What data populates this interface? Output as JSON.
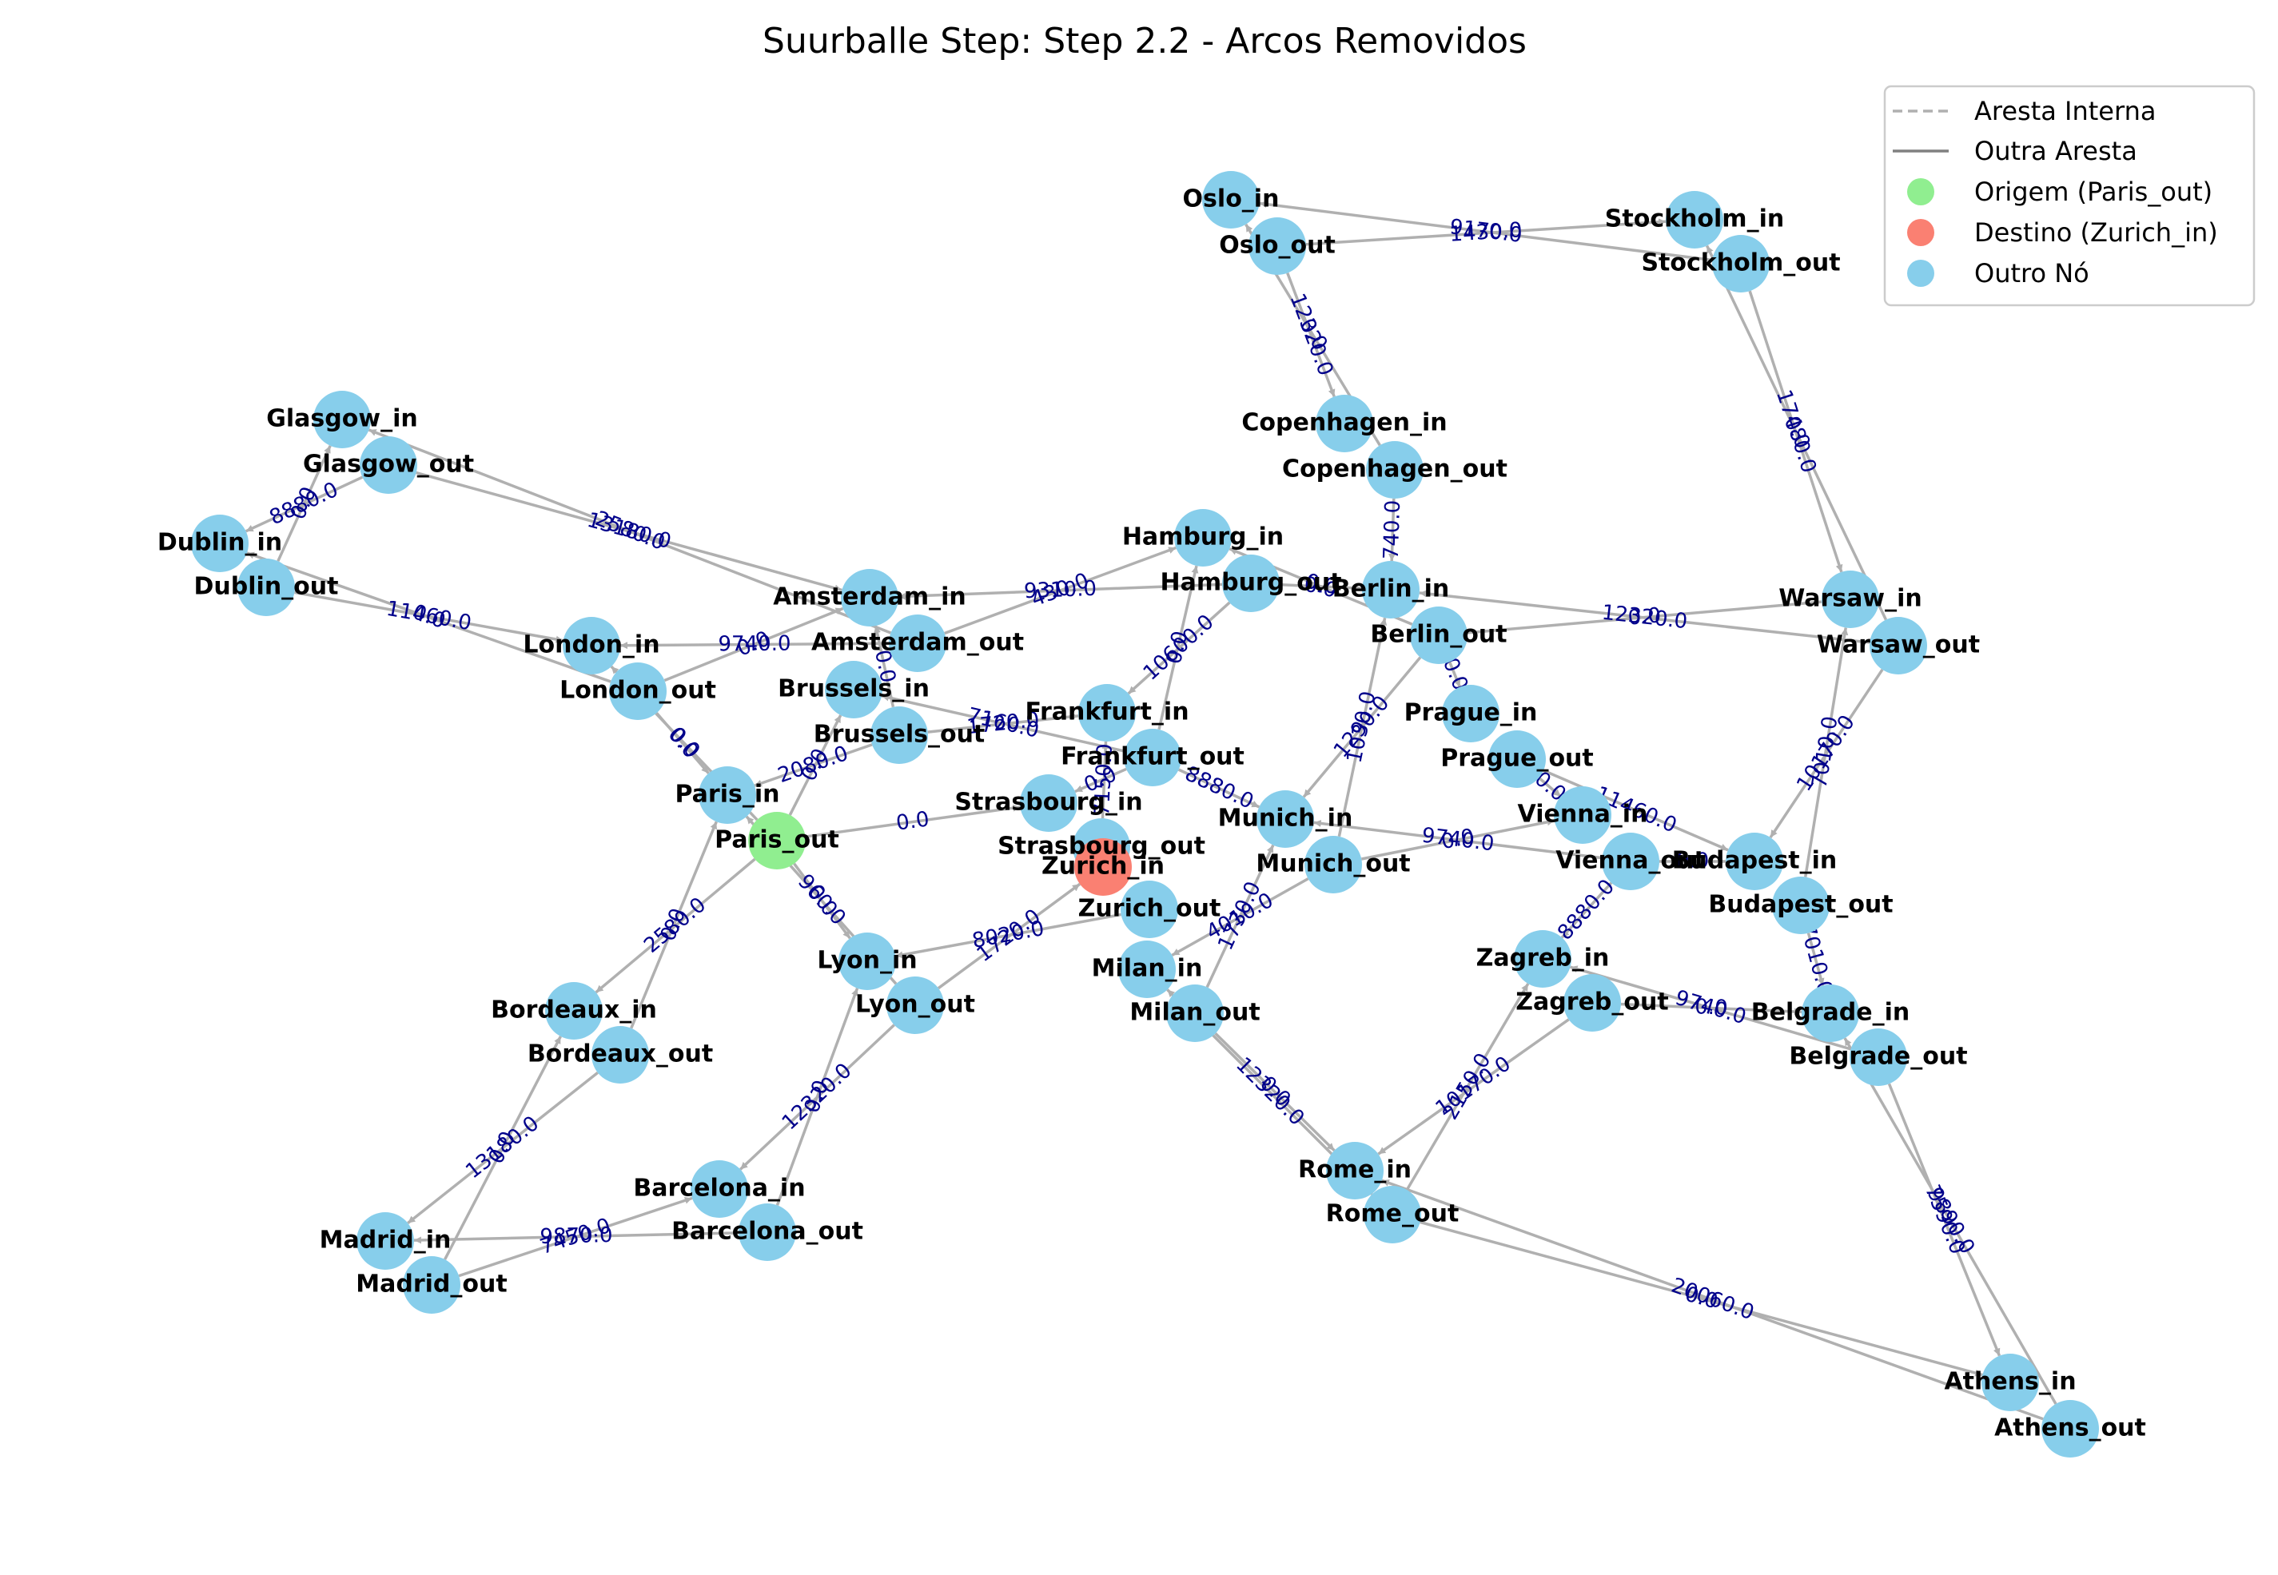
{
  "title": "Suurballe Step: Step 2.2 - Arcos Removidos",
  "colors": {
    "origin": "#90ee90",
    "destination": "#fa8072",
    "other": "#87ceeb",
    "edge": "#b0b0b0",
    "edge_label": "#00008b"
  },
  "legend": {
    "internal_edge": "Aresta Interna",
    "other_edge": "Outra Aresta",
    "origin": "Origem (Paris_out)",
    "destination": "Destino (Zurich_in)",
    "other_node": "Outro Nó"
  },
  "nodes": [
    {
      "id": "Oslo_in",
      "label": "Oslo_in",
      "role": "other"
    },
    {
      "id": "Oslo_out",
      "label": "Oslo_out",
      "role": "other"
    },
    {
      "id": "Stockholm_in",
      "label": "Stockholm_in",
      "role": "other"
    },
    {
      "id": "Stockholm_out",
      "label": "Stockholm_out",
      "role": "other"
    },
    {
      "id": "Copenhagen_in",
      "label": "Copenhagen_in",
      "role": "other"
    },
    {
      "id": "Copenhagen_out",
      "label": "Copenhagen_out",
      "role": "other"
    },
    {
      "id": "Glasgow_in",
      "label": "Glasgow_in",
      "role": "other"
    },
    {
      "id": "Glasgow_out",
      "label": "Glasgow_out",
      "role": "other"
    },
    {
      "id": "Dublin_in",
      "label": "Dublin_in",
      "role": "other"
    },
    {
      "id": "Dublin_out",
      "label": "Dublin_out",
      "role": "other"
    },
    {
      "id": "Hamburg_in",
      "label": "Hamburg_in",
      "role": "other"
    },
    {
      "id": "Hamburg_out",
      "label": "Hamburg_out",
      "role": "other"
    },
    {
      "id": "Amsterdam_in",
      "label": "Amsterdam_in",
      "role": "other"
    },
    {
      "id": "Amsterdam_out",
      "label": "Amsterdam_out",
      "role": "other"
    },
    {
      "id": "Berlin_in",
      "label": "Berlin_in",
      "role": "other"
    },
    {
      "id": "Berlin_out",
      "label": "Berlin_out",
      "role": "other"
    },
    {
      "id": "Warsaw_in",
      "label": "Warsaw_in",
      "role": "other"
    },
    {
      "id": "Warsaw_out",
      "label": "Warsaw_out",
      "role": "other"
    },
    {
      "id": "London_in",
      "label": "London_in",
      "role": "other"
    },
    {
      "id": "London_out",
      "label": "London_out",
      "role": "other"
    },
    {
      "id": "Brussels_in",
      "label": "Brussels_in",
      "role": "other"
    },
    {
      "id": "Brussels_out",
      "label": "Brussels_out",
      "role": "other"
    },
    {
      "id": "Frankfurt_in",
      "label": "Frankfurt_in",
      "role": "other"
    },
    {
      "id": "Frankfurt_out",
      "label": "Frankfurt_out",
      "role": "other"
    },
    {
      "id": "Prague_in",
      "label": "Prague_in",
      "role": "other"
    },
    {
      "id": "Prague_out",
      "label": "Prague_out",
      "role": "other"
    },
    {
      "id": "Paris_in",
      "label": "Paris_in",
      "role": "other"
    },
    {
      "id": "Paris_out",
      "label": "Paris_out",
      "role": "origin"
    },
    {
      "id": "Strasbourg_in",
      "label": "Strasbourg_in",
      "role": "other"
    },
    {
      "id": "Strasbourg_out",
      "label": "Strasbourg_out",
      "role": "other"
    },
    {
      "id": "Zurich_in",
      "label": "Zurich_in",
      "role": "destination"
    },
    {
      "id": "Zurich_out",
      "label": "Zurich_out",
      "role": "other"
    },
    {
      "id": "Munich_in",
      "label": "Munich_in",
      "role": "other"
    },
    {
      "id": "Munich_out",
      "label": "Munich_out",
      "role": "other"
    },
    {
      "id": "Vienna_in",
      "label": "Vienna_in",
      "role": "other"
    },
    {
      "id": "Vienna_out",
      "label": "Vienna_out",
      "role": "other"
    },
    {
      "id": "Budapest_in",
      "label": "Budapest_in",
      "role": "other"
    },
    {
      "id": "Budapest_out",
      "label": "Budapest_out",
      "role": "other"
    },
    {
      "id": "Lyon_in",
      "label": "Lyon_in",
      "role": "other"
    },
    {
      "id": "Lyon_out",
      "label": "Lyon_out",
      "role": "other"
    },
    {
      "id": "Milan_in",
      "label": "Milan_in",
      "role": "other"
    },
    {
      "id": "Milan_out",
      "label": "Milan_out",
      "role": "other"
    },
    {
      "id": "Zagreb_in",
      "label": "Zagreb_in",
      "role": "other"
    },
    {
      "id": "Zagreb_out",
      "label": "Zagreb_out",
      "role": "other"
    },
    {
      "id": "Belgrade_in",
      "label": "Belgrade_in",
      "role": "other"
    },
    {
      "id": "Belgrade_out",
      "label": "Belgrade_out",
      "role": "other"
    },
    {
      "id": "Bordeaux_in",
      "label": "Bordeaux_in",
      "role": "other"
    },
    {
      "id": "Bordeaux_out",
      "label": "Bordeaux_out",
      "role": "other"
    },
    {
      "id": "Barcelona_in",
      "label": "Barcelona_in",
      "role": "other"
    },
    {
      "id": "Barcelona_out",
      "label": "Barcelona_out",
      "role": "other"
    },
    {
      "id": "Madrid_in",
      "label": "Madrid_in",
      "role": "other"
    },
    {
      "id": "Madrid_out",
      "label": "Madrid_out",
      "role": "other"
    },
    {
      "id": "Rome_in",
      "label": "Rome_in",
      "role": "other"
    },
    {
      "id": "Rome_out",
      "label": "Rome_out",
      "role": "other"
    },
    {
      "id": "Athens_in",
      "label": "Athens_in",
      "role": "other"
    },
    {
      "id": "Athens_out",
      "label": "Athens_out",
      "role": "other"
    }
  ],
  "edges": [
    {
      "from": "Oslo_out",
      "to": "Stockholm_in",
      "label": "1430.0"
    },
    {
      "from": "Stockholm_out",
      "to": "Oslo_in",
      "label": "9170.0"
    },
    {
      "from": "Oslo_out",
      "to": "Copenhagen_in",
      "label": "12320.0"
    },
    {
      "from": "Copenhagen_out",
      "to": "Oslo_in",
      "label": "0.0"
    },
    {
      "from": "Stockholm_out",
      "to": "Warsaw_in",
      "label": "17480.0"
    },
    {
      "from": "Warsaw_out",
      "to": "Stockholm_in",
      "label": "0.0"
    },
    {
      "from": "Glasgow_out",
      "to": "Dublin_in",
      "label": "8880.0"
    },
    {
      "from": "Dublin_out",
      "to": "Glasgow_in",
      "label": "0.0"
    },
    {
      "from": "Glasgow_out",
      "to": "Amsterdam_in",
      "label": "13180.0"
    },
    {
      "from": "Amsterdam_out",
      "to": "Glasgow_in",
      "label": "2580.0"
    },
    {
      "from": "Dublin_out",
      "to": "London_in",
      "label": "11460.0"
    },
    {
      "from": "London_out",
      "to": "Dublin_in",
      "label": "0.0"
    },
    {
      "from": "London_out",
      "to": "Amsterdam_in",
      "label": "0.0"
    },
    {
      "from": "Amsterdam_out",
      "to": "London_in",
      "label": "9740.0"
    },
    {
      "from": "Amsterdam_out",
      "to": "Hamburg_in",
      "label": "430.0"
    },
    {
      "from": "Hamburg_out",
      "to": "Amsterdam_in",
      "label": "9310.0"
    },
    {
      "from": "Hamburg_out",
      "to": "Berlin_in",
      "label": "0.0"
    },
    {
      "from": "Berlin_out",
      "to": "Hamburg_in",
      "label": "0.0"
    },
    {
      "from": "Hamburg_out",
      "to": "Frankfurt_in",
      "label": "10600.0"
    },
    {
      "from": "Frankfurt_out",
      "to": "Hamburg_in",
      "label": "0.0"
    },
    {
      "from": "Copenhagen_out",
      "to": "Berlin_in",
      "label": "740.0"
    },
    {
      "from": "Berlin_out",
      "to": "Warsaw_in",
      "label": "0.0"
    },
    {
      "from": "Warsaw_out",
      "to": "Berlin_in",
      "label": "12320.0"
    },
    {
      "from": "Berlin_out",
      "to": "Munich_in",
      "label": "1290.0"
    },
    {
      "from": "Munich_out",
      "to": "Berlin_in",
      "label": "1030.0"
    },
    {
      "from": "Berlin_out",
      "to": "Prague_in",
      "label": "0.0"
    },
    {
      "from": "Warsaw_out",
      "to": "Budapest_in",
      "label": "10170.0"
    },
    {
      "from": "Budapest_out",
      "to": "Warsaw_in",
      "label": "7010.0"
    },
    {
      "from": "London_out",
      "to": "Paris_in",
      "label": "0.0"
    },
    {
      "from": "Paris_out",
      "to": "London_in",
      "label": "0.0"
    },
    {
      "from": "Brussels_out",
      "to": "Amsterdam_in",
      "label": "0.0"
    },
    {
      "from": "Brussels_out",
      "to": "Paris_in",
      "label": "2080.0"
    },
    {
      "from": "Paris_out",
      "to": "Brussels_in",
      "label": "0.0"
    },
    {
      "from": "Brussels_out",
      "to": "Frankfurt_in",
      "label": "1720.0"
    },
    {
      "from": "Frankfurt_out",
      "to": "Brussels_in",
      "label": "7160.0"
    },
    {
      "from": "Frankfurt_out",
      "to": "Munich_in",
      "label": "8880.0"
    },
    {
      "from": "Frankfurt_out",
      "to": "Strasbourg_in",
      "label": "0.0"
    },
    {
      "from": "Strasbourg_out",
      "to": "Frankfurt_in",
      "label": "7150.0"
    },
    {
      "from": "Paris_out",
      "to": "Strasbourg_in",
      "label": "0.0"
    },
    {
      "from": "Paris_out",
      "to": "Lyon_in",
      "label": "0.0"
    },
    {
      "from": "Lyon_out",
      "to": "Paris_in",
      "label": "960.0"
    },
    {
      "from": "Paris_out",
      "to": "Bordeaux_in",
      "label": "2580.0"
    },
    {
      "from": "Bordeaux_out",
      "to": "Paris_in",
      "label": "0.0"
    },
    {
      "from": "Lyon_out",
      "to": "Zurich_in",
      "label": "1720.0"
    },
    {
      "from": "Zurich_out",
      "to": "Lyon_in",
      "label": "8020.0"
    },
    {
      "from": "Munich_out",
      "to": "Vienna_in",
      "label": "0.0"
    },
    {
      "from": "Vienna_out",
      "to": "Munich_in",
      "label": "9740.0"
    },
    {
      "from": "Munich_out",
      "to": "Milan_in",
      "label": "4010.0"
    },
    {
      "from": "Milan_out",
      "to": "Munich_in",
      "label": "1730.0"
    },
    {
      "from": "Prague_out",
      "to": "Vienna_in",
      "label": "0.0"
    },
    {
      "from": "Prague_out",
      "to": "Budapest_in",
      "label": "11460.0"
    },
    {
      "from": "Vienna_out",
      "to": "Budapest_in",
      "label": "0.0"
    },
    {
      "from": "Vienna_out",
      "to": "Zagreb_in",
      "label": "8880.0"
    },
    {
      "from": "Zagreb_out",
      "to": "Belgrade_in",
      "label": "0.0"
    },
    {
      "from": "Belgrade_out",
      "to": "Zagreb_in",
      "label": "9740.0"
    },
    {
      "from": "Budapest_out",
      "to": "Belgrade_in",
      "label": "7010.0"
    },
    {
      "from": "Zagreb_out",
      "to": "Rome_in",
      "label": "10170.0"
    },
    {
      "from": "Rome_out",
      "to": "Zagreb_in",
      "label": "2150.0"
    },
    {
      "from": "Milan_out",
      "to": "Rome_in",
      "label": "0.0"
    },
    {
      "from": "Rome_out",
      "to": "Milan_in",
      "label": "12320.0"
    },
    {
      "from": "Rome_out",
      "to": "Athens_in",
      "label": "0.0"
    },
    {
      "from": "Athens_out",
      "to": "Rome_in",
      "label": "20060.0"
    },
    {
      "from": "Belgrade_out",
      "to": "Athens_in",
      "label": "7590.0"
    },
    {
      "from": "Athens_out",
      "to": "Belgrade_in",
      "label": "9890.0"
    },
    {
      "from": "Lyon_out",
      "to": "Barcelona_in",
      "label": "12320.0"
    },
    {
      "from": "Barcelona_out",
      "to": "Lyon_in",
      "label": "0.0"
    },
    {
      "from": "Bordeaux_out",
      "to": "Madrid_in",
      "label": "13180.0"
    },
    {
      "from": "Madrid_out",
      "to": "Bordeaux_in",
      "label": "0.0"
    },
    {
      "from": "Madrid_out",
      "to": "Barcelona_in",
      "label": "7450.0"
    },
    {
      "from": "Barcelona_out",
      "to": "Madrid_in",
      "label": "9870.0"
    }
  ]
}
